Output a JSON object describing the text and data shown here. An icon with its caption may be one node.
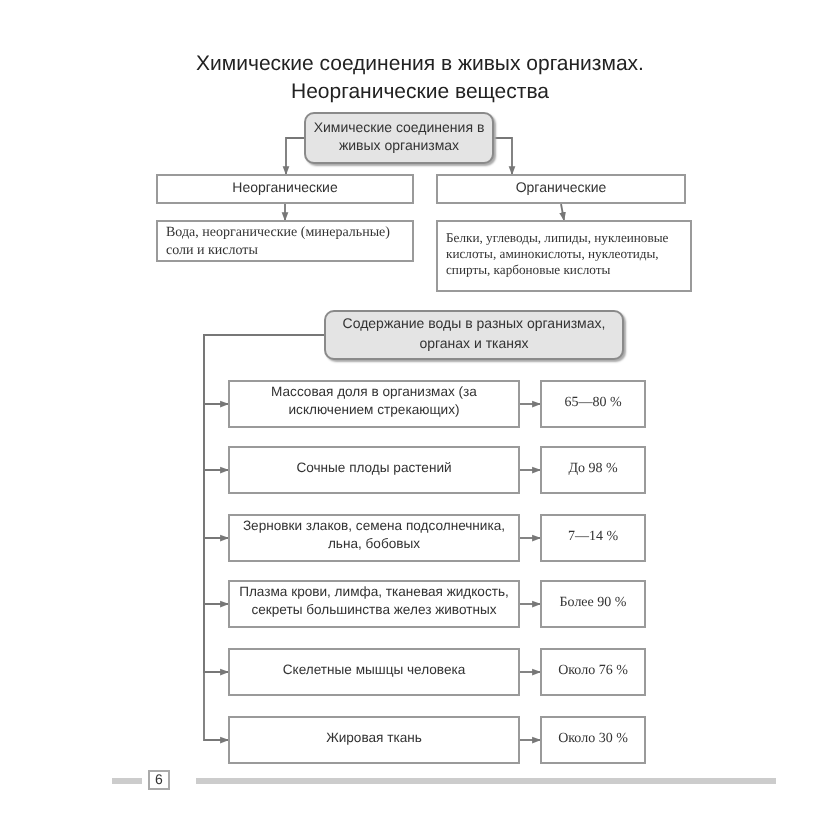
{
  "diagram": {
    "title": "Химические соединения в живых организмах. Неорганические вещества",
    "nodes": [
      {
        "text": [
          "Химические соединения в живых организмах"
        ]
      },
      {
        "text": [
          "Неорганические"
        ]
      },
      {
        "text": [
          "Органические"
        ]
      },
      {
        "text": [
          "Вода, неорганические (минеральные) соли и кислоты"
        ]
      },
      {
        "text": [
          "Белки, углеводы, липиды, нуклеиновые кислоты, аминокислоты, нуклеотиды, спирты, карбоновые кислоты"
        ]
      },
      {
        "text": [
          "Содержание воды в разных организмах, органах и тканях"
        ]
      },
      {
        "text": [
          "Массовая доля в организмах (за исключением стрекающих)"
        ]
      },
      {
        "text": [
          "65—80 %"
        ]
      },
      {
        "text": [
          "Сочные плоды растений"
        ]
      },
      {
        "text": [
          "До 98 %"
        ]
      },
      {
        "text": [
          "Зерновки злаков, семена подсолнечника, льна, бобовых"
        ]
      },
      {
        "text": [
          "7—14 %"
        ]
      },
      {
        "text": [
          "Плазма крови, лимфа, тканевая жидкость, секреты большинства желез животных"
        ]
      },
      {
        "text": [
          "Более 90 %"
        ]
      },
      {
        "text": [
          "Скелетные мышцы человека"
        ]
      },
      {
        "text": [
          "Около 76 %"
        ]
      },
      {
        "text": [
          "Жировая ткань"
        ]
      },
      {
        "text": [
          "Около 30 %"
        ]
      }
    ],
    "edges": [
      {
        "from": 0,
        "to": 1,
        "arrow": "to"
      },
      {
        "from": 0,
        "to": 2,
        "arrow": "to"
      },
      {
        "from": 1,
        "to": 3,
        "arrow": "to"
      },
      {
        "from": 2,
        "to": 4,
        "arrow": "to"
      },
      {
        "from": 5,
        "to": 6,
        "arrow": "to"
      },
      {
        "from": 5,
        "to": 8,
        "arrow": "to"
      },
      {
        "from": 5,
        "to": 10,
        "arrow": "to"
      },
      {
        "from": 5,
        "to": 12,
        "arrow": "to"
      },
      {
        "from": 5,
        "to": 14,
        "arrow": "to"
      },
      {
        "from": 5,
        "to": 16,
        "arrow": "to"
      },
      {
        "from": 6,
        "to": 7,
        "arrow": "to"
      },
      {
        "from": 8,
        "to": 9,
        "arrow": "to"
      },
      {
        "from": 10,
        "to": 11,
        "arrow": "to"
      },
      {
        "from": 12,
        "to": 13,
        "arrow": "to"
      },
      {
        "from": 14,
        "to": 15,
        "arrow": "to"
      },
      {
        "from": 16,
        "to": 17,
        "arrow": "to"
      }
    ],
    "labels": [
      "6"
    ]
  }
}
